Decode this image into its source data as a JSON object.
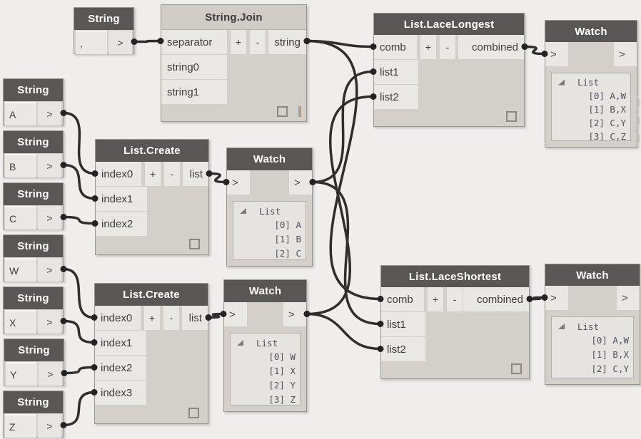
{
  "colors": {
    "canvas": "#efeeec",
    "node_body": "#d3d0cb",
    "node_header_dark": "#585755",
    "node_header_light": "#cfccc7",
    "port_box": "#e9e7e3",
    "wire": "#2e2e2e",
    "watch_text": "#4e535a",
    "caret_indicator_blue": "#93a7bc",
    "caret_indicator_tan": "#c09a68"
  },
  "nodes": {
    "str_comma": {
      "title": "String",
      "value": ",",
      "out_label": ">"
    },
    "str_a": {
      "title": "String",
      "value": "A",
      "out_label": ">"
    },
    "str_b": {
      "title": "String",
      "value": "B",
      "out_label": ">"
    },
    "str_c": {
      "title": "String",
      "value": "C",
      "out_label": ">"
    },
    "str_w": {
      "title": "String",
      "value": "W",
      "out_label": ">"
    },
    "str_x": {
      "title": "String",
      "value": "X",
      "out_label": ">"
    },
    "str_y": {
      "title": "String",
      "value": "Y",
      "out_label": ">"
    },
    "str_z": {
      "title": "String",
      "value": "Z",
      "out_label": ">"
    },
    "string_join": {
      "title": "String.Join",
      "inputs": [
        "separator",
        "string0",
        "string1"
      ],
      "add": "+",
      "remove": "-",
      "output": "string"
    },
    "list_create_1": {
      "title": "List.Create",
      "inputs": [
        "index0",
        "index1",
        "index2"
      ],
      "add": "+",
      "remove": "-",
      "output": "list"
    },
    "list_create_2": {
      "title": "List.Create",
      "inputs": [
        "index0",
        "index1",
        "index2",
        "index3"
      ],
      "add": "+",
      "remove": "-",
      "output": "list"
    },
    "lace_longest": {
      "title": "List.LaceLongest",
      "inputs": [
        "comb",
        "list1",
        "list2"
      ],
      "add": "+",
      "remove": "-",
      "output": "combined"
    },
    "lace_shortest": {
      "title": "List.LaceShortest",
      "inputs": [
        "comb",
        "list1",
        "list2"
      ],
      "add": "+",
      "remove": "-",
      "output": "combined"
    },
    "watch_abc": {
      "title": "Watch",
      "in_label": ">",
      "out_label": ">",
      "root": "List",
      "items": [
        "[0] A",
        "[1] B",
        "[2] C"
      ]
    },
    "watch_wxyz": {
      "title": "Watch",
      "in_label": ">",
      "out_label": ">",
      "root": "List",
      "items": [
        "[0] W",
        "[1] X",
        "[2] Y",
        "[3] Z"
      ]
    },
    "watch_longest": {
      "title": "Watch",
      "in_label": ">",
      "out_label": ">",
      "root": "List",
      "items": [
        "[0] A,W",
        "[1] B,X",
        "[2] C,Y",
        "[3] C,Z"
      ]
    },
    "watch_shortest": {
      "title": "Watch",
      "in_label": ">",
      "out_label": ">",
      "root": "List",
      "items": [
        "[0] A,W",
        "[1] B,X",
        "[2] C,Y"
      ]
    }
  },
  "wires": [
    [
      "str_comma.out",
      "string_join.separator"
    ],
    [
      "string_join.string",
      "lace_longest.comb"
    ],
    [
      "string_join.string",
      "lace_shortest.comb"
    ],
    [
      "str_a.out",
      "list_create_1.index0"
    ],
    [
      "str_b.out",
      "list_create_1.index1"
    ],
    [
      "str_c.out",
      "list_create_1.index2"
    ],
    [
      "list_create_1.list",
      "watch_abc.in"
    ],
    [
      "watch_abc.out",
      "lace_longest.list1"
    ],
    [
      "watch_abc.out",
      "lace_shortest.list1"
    ],
    [
      "str_w.out",
      "list_create_2.index0"
    ],
    [
      "str_x.out",
      "list_create_2.index1"
    ],
    [
      "str_y.out",
      "list_create_2.index2"
    ],
    [
      "str_z.out",
      "list_create_2.index3"
    ],
    [
      "list_create_2.list",
      "watch_wxyz.in"
    ],
    [
      "watch_wxyz.out",
      "lace_longest.list2"
    ],
    [
      "watch_wxyz.out",
      "lace_shortest.list2"
    ],
    [
      "lace_longest.combined",
      "watch_longest.in"
    ],
    [
      "lace_shortest.combined",
      "watch_shortest.in"
    ]
  ]
}
